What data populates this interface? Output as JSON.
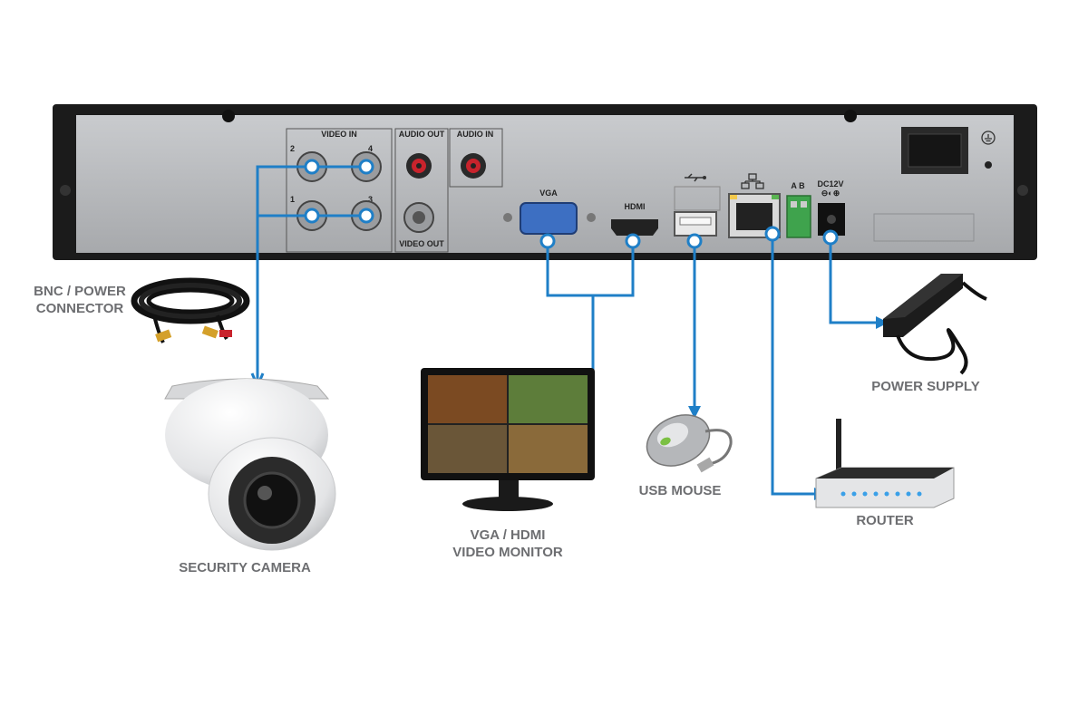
{
  "panel": {
    "video_in": "VIDEO IN",
    "audio_out": "AUDIO OUT",
    "audio_in": "AUDIO IN",
    "video_out": "VIDEO OUT",
    "vga": "VGA",
    "hdmi": "HDMI",
    "ab": "A B",
    "dc12v": "DC12V",
    "ch1": "1",
    "ch2": "2",
    "ch3": "3",
    "ch4": "4"
  },
  "devices": {
    "bnc_line1": "BNC / POWER",
    "bnc_line2": "CONNECTOR",
    "camera": "SECURITY CAMERA",
    "monitor_line1": "VGA / HDMI",
    "monitor_line2": "VIDEO MONITOR",
    "mouse": "USB MOUSE",
    "router": "ROUTER",
    "power": "POWER SUPPLY"
  },
  "colors": {
    "wire": "#1f7fc7",
    "label": "#6d6e71",
    "panel": "#b9bbbe",
    "chassis": "#1b1b1b"
  },
  "icons": [
    "usb-icon",
    "network-icon",
    "ground-icon"
  ]
}
